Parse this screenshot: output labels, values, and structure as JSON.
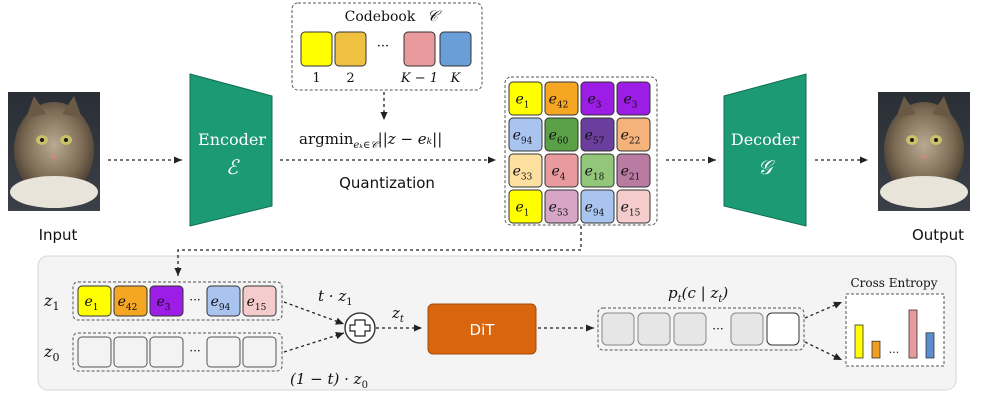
{
  "labels": {
    "input": "Input",
    "output": "Output",
    "encoder": "Encoder",
    "encoder_symbol": "ℰ",
    "decoder": "Decoder",
    "decoder_symbol": "𝒢",
    "codebook_title": "Codebook",
    "codebook_symbol": "𝒞",
    "argmin_prefix": "argmin",
    "argmin_sub": "eₖ∈𝒞",
    "argmin_body": "||z − eₖ||",
    "quantization": "Quantization",
    "dit": "DiT",
    "cross_entropy": "Cross Entropy",
    "z1": "z",
    "z1_sub": "1",
    "z0": "z",
    "z0_sub": "0",
    "zt": "z",
    "zt_sub": "t",
    "t_z1": "t · z",
    "t_z1_sub": "1",
    "one_minus_t_z0": "(1 − t) · z",
    "one_minus_t_z0_sub": "0",
    "pt": "p",
    "pt_sub": "t",
    "pt_args": "(c | z",
    "pt_args_sub": "t",
    "pt_close": ")",
    "dots": "···"
  },
  "codebook": [
    {
      "color": "#ffff00",
      "label": "1"
    },
    {
      "color": "#f0c040",
      "label": "2"
    },
    {
      "color": "#e89a9c",
      "label": "K − 1"
    },
    {
      "color": "#6a9ed8",
      "label": "K"
    }
  ],
  "grid": [
    [
      {
        "sub": "1",
        "color": "#ffff00"
      },
      {
        "sub": "42",
        "color": "#f5a623"
      },
      {
        "sub": "3",
        "color": "#9b1de6"
      },
      {
        "sub": "3",
        "color": "#9b1de6"
      }
    ],
    [
      {
        "sub": "94",
        "color": "#a9c4ef"
      },
      {
        "sub": "60",
        "color": "#5aa046"
      },
      {
        "sub": "57",
        "color": "#6a3e9c"
      },
      {
        "sub": "22",
        "color": "#f5b27a"
      }
    ],
    [
      {
        "sub": "33",
        "color": "#fde0a0"
      },
      {
        "sub": "4",
        "color": "#e99a9c"
      },
      {
        "sub": "18",
        "color": "#92c77a"
      },
      {
        "sub": "21",
        "color": "#b97ba1"
      }
    ],
    [
      {
        "sub": "1",
        "color": "#ffff00"
      },
      {
        "sub": "53",
        "color": "#d7a6c6"
      },
      {
        "sub": "94",
        "color": "#a9c4ef"
      },
      {
        "sub": "15",
        "color": "#f4cccc"
      }
    ]
  ],
  "z1_tokens": [
    {
      "sub": "1",
      "color": "#ffff00"
    },
    {
      "sub": "42",
      "color": "#f5a623"
    },
    {
      "sub": "3",
      "color": "#9b1de6"
    },
    {
      "sub": "94",
      "color": "#a9c4ef"
    },
    {
      "sub": "15",
      "color": "#f4cccc"
    }
  ],
  "cross_entropy_bars": [
    {
      "value": 0.55,
      "color": "#ffff00"
    },
    {
      "value": 0.28,
      "color": "#f0a020"
    },
    {
      "value": 0.8,
      "color": "#e89a9c"
    },
    {
      "value": 0.42,
      "color": "#5a8ecf"
    }
  ],
  "colors": {
    "encoder": "#1c9a74",
    "dit": "#d9650e",
    "dit_border": "#a44a08",
    "panel_bg": "#f4f4f4"
  }
}
